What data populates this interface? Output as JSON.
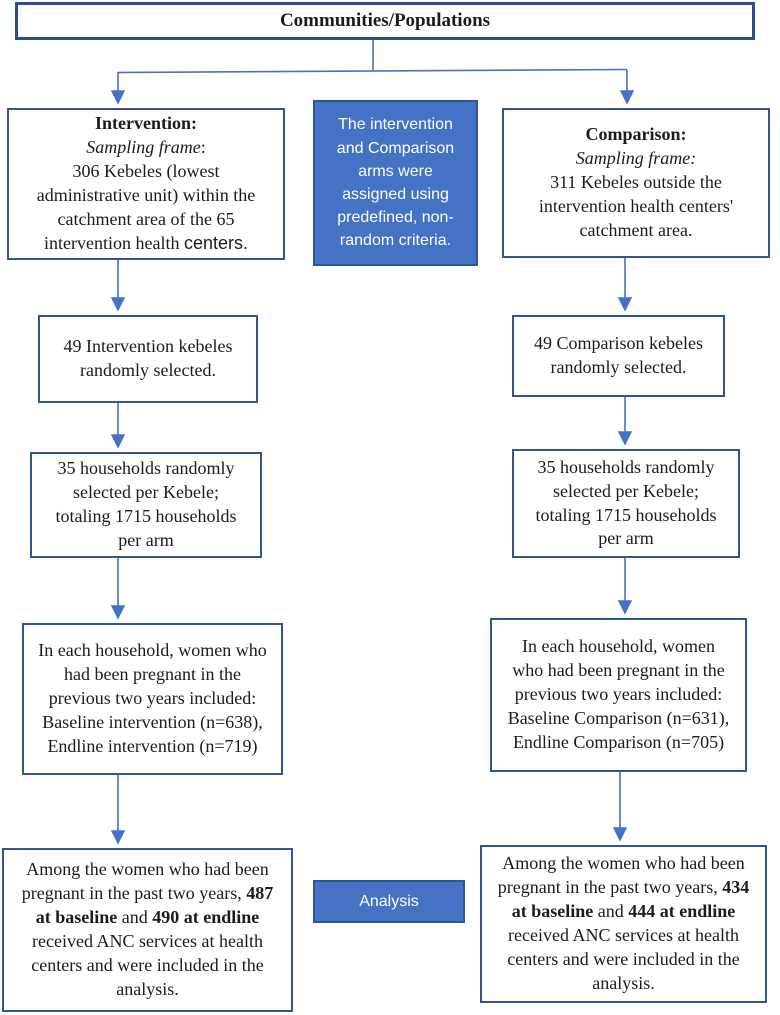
{
  "colors": {
    "accent_blue_fill": "#4472C4",
    "box_border_blue": "#2F5597",
    "top_box_border": "#2B4D8E",
    "connector_blue": "#4472C4",
    "text_dark": "#1B1B1B",
    "text_on_blue": "#FFFFFF"
  },
  "flowchart": {
    "top_box": {
      "title": "Communities/Populations"
    },
    "note_box": {
      "text": "The intervention and Comparison arms were assigned using predefined, non-random criteria."
    },
    "analysis_box": {
      "label": "Analysis"
    },
    "intervention": {
      "arm_box": {
        "segments": [
          {
            "text": "Intervention:",
            "bold": true,
            "br": true
          },
          {
            "text": "Sampling frame",
            "italic": true
          },
          {
            "text": ":",
            "br": true
          },
          {
            "text": "306 Kebeles (lowest administrative unit) within the catchment area of the 65 intervention health "
          },
          {
            "text": "centers.",
            "font": "sans"
          }
        ]
      },
      "kebeles_box": {
        "text": "49 Intervention kebeles randomly selected."
      },
      "households_box": {
        "text": "35 households randomly selected per Kebele; totaling 1715 households per arm"
      },
      "women_box": {
        "text": "In each household, women who had been pregnant in the previous two years included: Baseline intervention (n=638), Endline intervention (n=719)"
      },
      "final_box": {
        "segments": [
          {
            "text": "Among the women who had been pregnant in the past two years, "
          },
          {
            "text": "487 at baseline",
            "bold": true
          },
          {
            "text": " and "
          },
          {
            "text": "490 at endline",
            "bold": true
          },
          {
            "text": " received ANC services at health centers and were included in the analysis."
          }
        ]
      }
    },
    "comparison": {
      "arm_box": {
        "segments": [
          {
            "text": "Comparison:",
            "bold": true,
            "br": true
          },
          {
            "text": "Sampling frame:",
            "italic": true,
            "br": true
          },
          {
            "text": "311 Kebeles outside the intervention health centers' catchment area."
          }
        ]
      },
      "kebeles_box": {
        "text": "49 Comparison kebeles randomly selected."
      },
      "households_box": {
        "text": "35 households randomly selected per Kebele; totaling 1715 households per arm"
      },
      "women_box": {
        "text": "In each household, women who had been pregnant in the previous two years included: Baseline Comparison (n=631), Endline Comparison (n=705)"
      },
      "final_box": {
        "segments": [
          {
            "text": "Among the women who had been pregnant in the past two years, "
          },
          {
            "text": "434 at baseline",
            "bold": true
          },
          {
            "text": " and "
          },
          {
            "text": "444 at endline",
            "bold": true
          },
          {
            "text": " received ANC services at health centers and were included in the analysis."
          }
        ]
      }
    }
  }
}
